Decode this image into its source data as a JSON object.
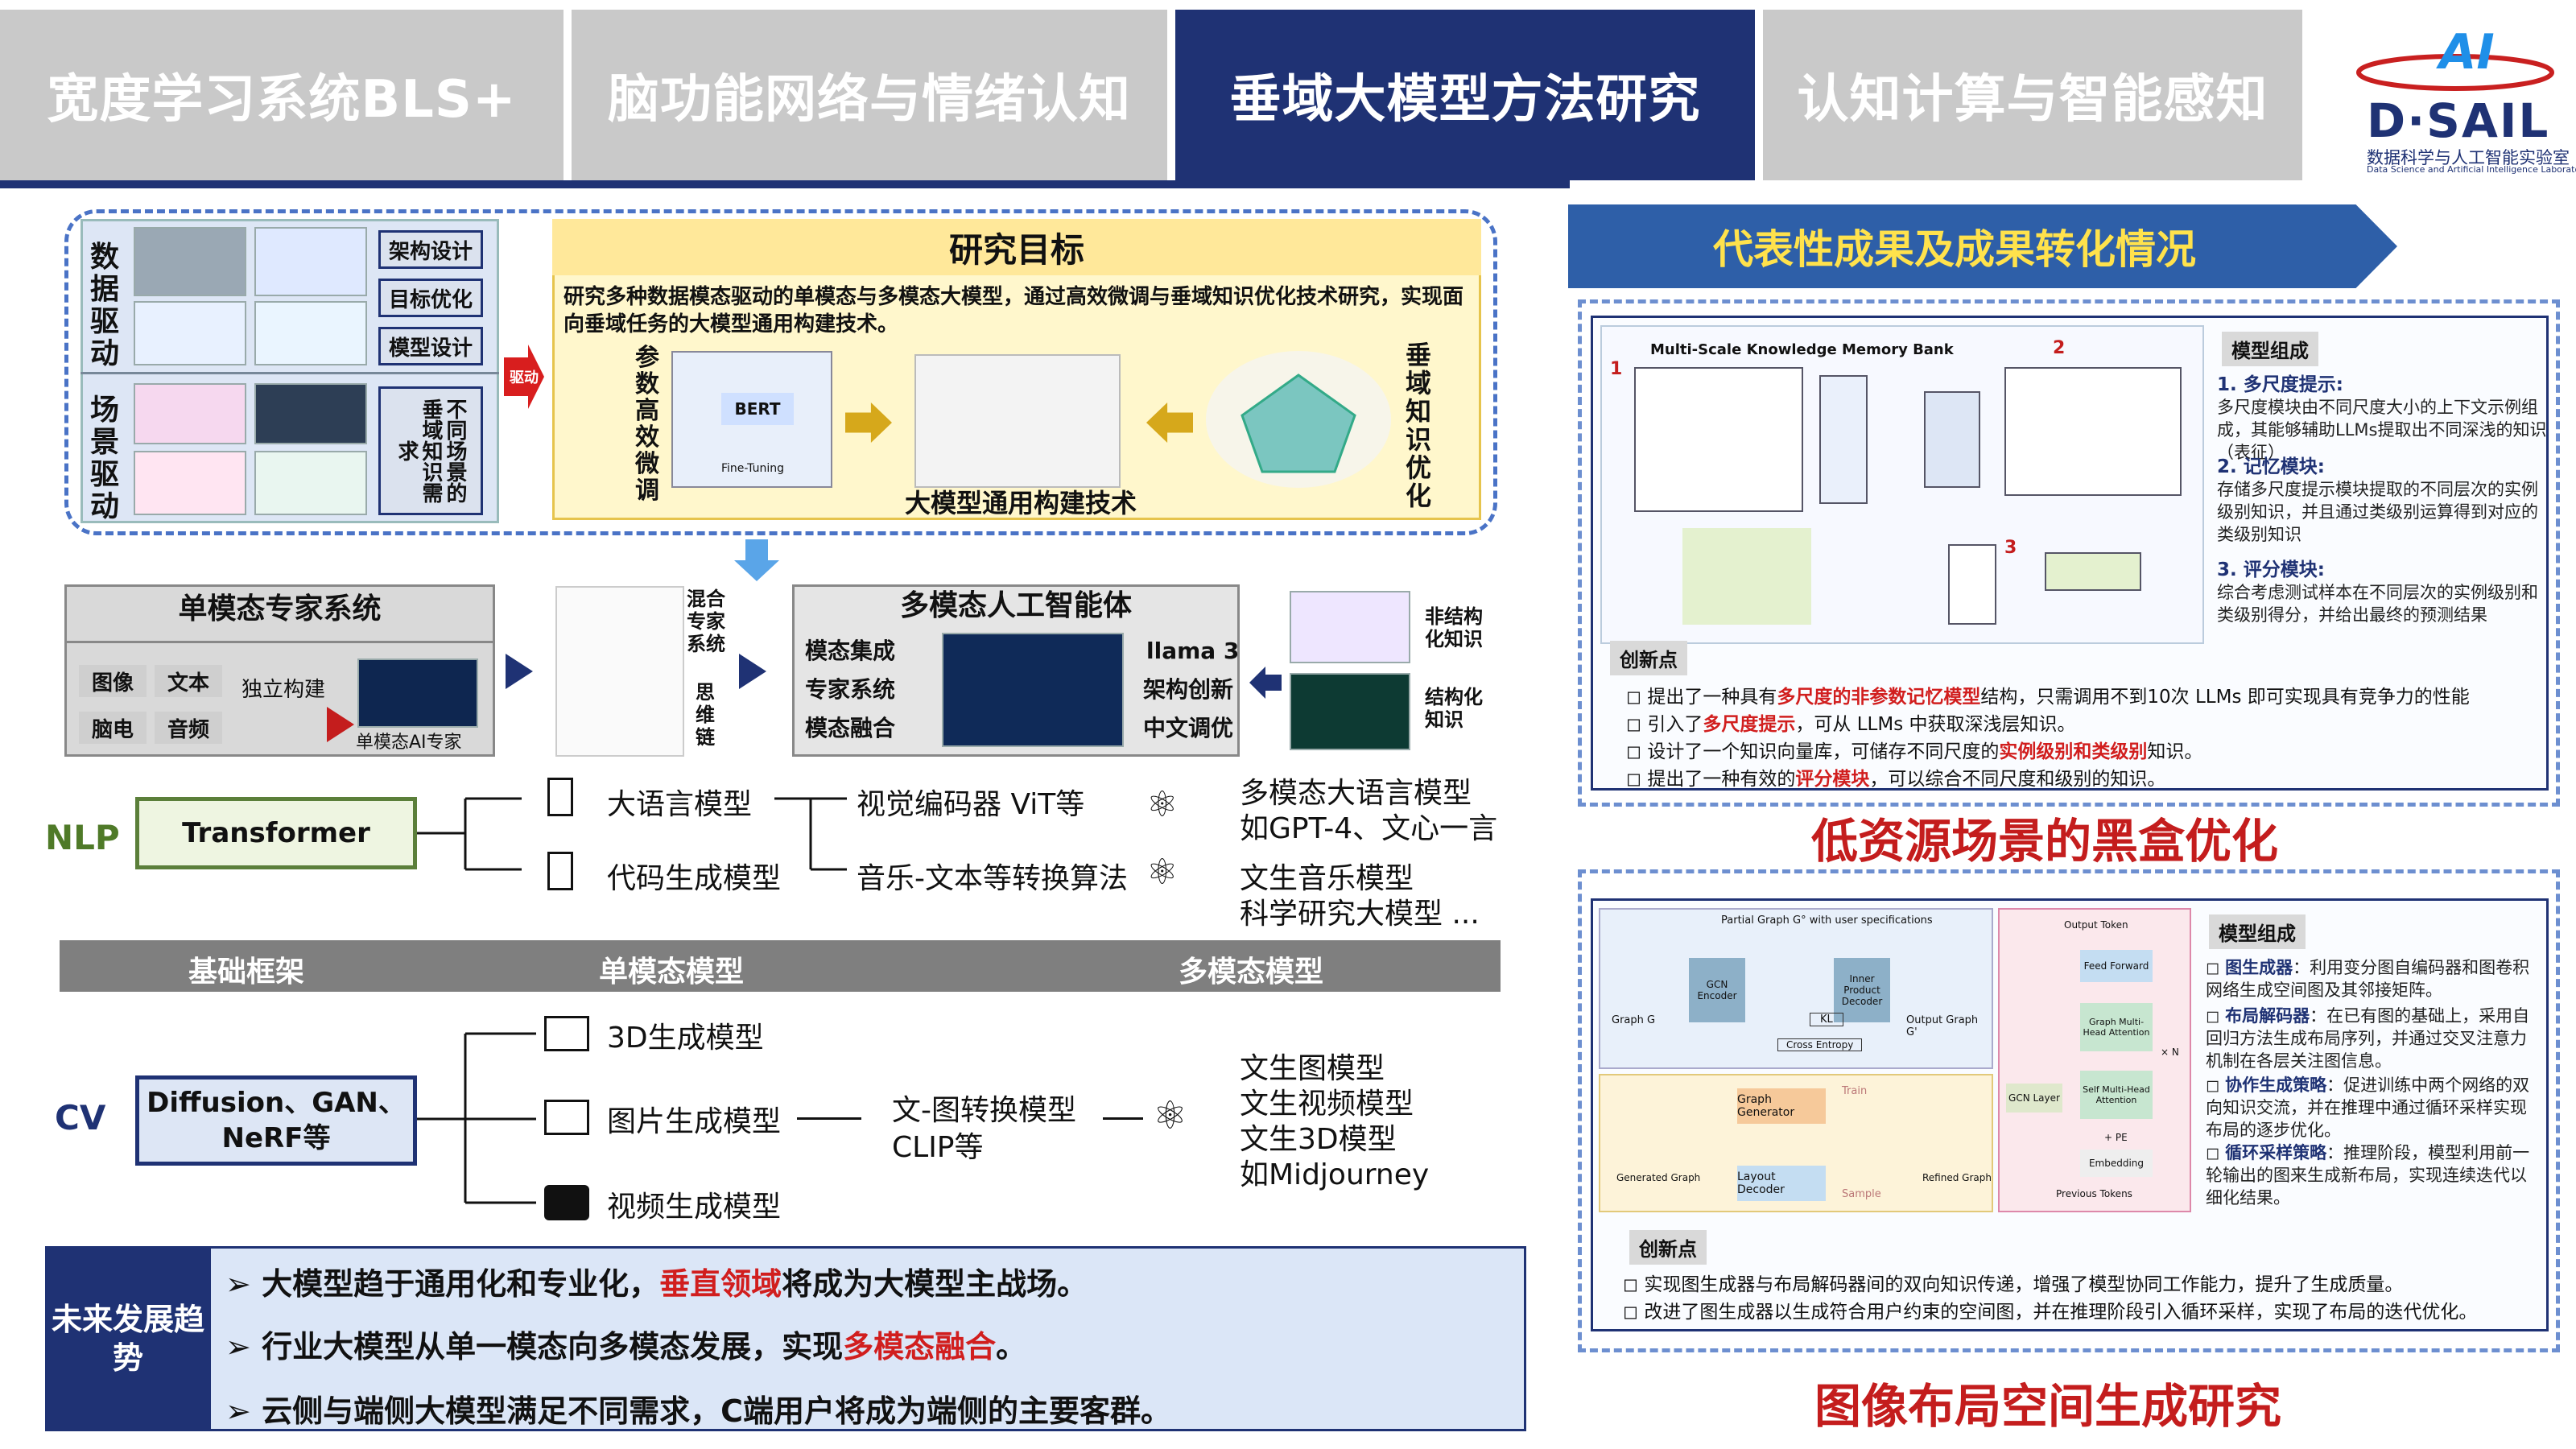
{
  "tabs": [
    "宽度学习系统BLS+",
    "脑功能网络与情绪认知",
    "垂域大模型方法研究",
    "认知计算与智能感知"
  ],
  "logo": {
    "brand": "D·SAIL",
    "mark": "AI",
    "cn": "数据科学与人工智能实验室",
    "en": "Data Science and Artificial Intelligence Laboratory"
  },
  "top_block": {
    "data_driven": "数据驱动",
    "scene_driven": "场景驱动",
    "buttons": [
      "架构设计",
      "目标优化",
      "模型设计"
    ],
    "scene_need": "不同场景的垂域知识需求",
    "drive": "驱动",
    "goal_title": "研究目标",
    "goal_text": "研究多种数据模态驱动的单模态与多模态大模型，通过高效微调与垂域知识优化技术研究，实现面向垂域任务的大模型通用构建技术。",
    "param_tuning": "参数高效微调",
    "domain_opt": "垂域知识优化",
    "general_build": "大模型通用构建技术",
    "bert": "BERT",
    "fine_tuning": "Fine-Tuning"
  },
  "middle_block": {
    "single_title": "单模态专家系统",
    "single_items": [
      "图像",
      "文本",
      "脑电",
      "音频"
    ],
    "build": "独立构建",
    "expert": "单模态AI专家",
    "moe": "混合专家系统",
    "cot": "思维链",
    "multi_title": "多模态人工智能体",
    "multi_left": [
      "模态集成",
      "专家系统",
      "模态融合"
    ],
    "multi_right": [
      "llama 3",
      "架构创新",
      "中文调优"
    ],
    "unstructured": "非结构化知识",
    "structured": "结构化知识"
  },
  "nlp": {
    "label": "NLP",
    "base": "Transformer",
    "items": [
      "大语言模型",
      "代码生成模型"
    ],
    "mid": [
      "视觉编码器 ViT等",
      "音乐-文本等转换算法"
    ],
    "right1": [
      "多模态大语言模型",
      "如GPT-4、文心一言"
    ],
    "right2": [
      "文生音乐模型",
      "科学研究大模型 ..."
    ]
  },
  "bar": [
    "基础框架",
    "单模态模型",
    "多模态模型"
  ],
  "cv": {
    "label": "CV",
    "base": "Diffusion、GAN、NeRF等",
    "items": [
      "3D生成模型",
      "图片生成模型",
      "视频生成模型"
    ],
    "mid": [
      "文-图转换模型",
      "CLIP等"
    ],
    "right": [
      "文生图模型",
      "文生视频模型",
      "文生3D模型",
      "如Midjourney"
    ]
  },
  "future": {
    "side": "未来发展趋势",
    "lines": [
      {
        "pre": "大模型趋于通用化和专业化，",
        "hl": "垂直领域",
        "post": "将成为大模型主战场。"
      },
      {
        "pre": "行业大模型从单一模态向多模态发展，实现",
        "hl": "多模态融合",
        "post": "。"
      },
      {
        "pre": "云侧与端侧大模型满足不同需求，C端用户将成为端侧的主要客群。",
        "hl": "",
        "post": ""
      }
    ]
  },
  "right": {
    "title": "代表性成果及成果转化情况",
    "p1": {
      "fig_title": "Multi-Scale Knowledge Memory Bank",
      "tag": "模型组成",
      "items": [
        {
          "h": "1. 多尺度提示:",
          "t": "多尺度模块由不同尺度大小的上下文示例组成，其能够辅助LLMs提取出不同深浅的知识（表征）"
        },
        {
          "h": "2. 记忆模块:",
          "t": "存储多尺度提示模块提取的不同层次的实例级别知识，并且通过类级别运算得到对应的类级别知识"
        },
        {
          "h": "3. 评分模块:",
          "t": "综合考虑测试样本在不同层次的实例级别和类级别得分，并给出最终的预测结果"
        }
      ],
      "inno_tag": "创新点",
      "bullets": [
        {
          "pre": "提出了一种具有",
          "hl": "多尺度的非参数记忆模型",
          "post": "结构，只需调用不到10次 LLMs 即可实现具有竞争力的性能"
        },
        {
          "pre": "引入了",
          "hl": "多尺度提示",
          "post": "，可从 LLMs 中获取深浅层知识。"
        },
        {
          "pre": "设计了一个知识向量库，可储存不同尺度的",
          "hl": "实例级别和类级别",
          "post": "知识。"
        },
        {
          "pre": "提出了一种有效的",
          "hl": "评分模块",
          "post": "，可以综合不同尺度和级别的知识。"
        }
      ],
      "heading": "低资源场景的黑盒优化"
    },
    "p2": {
      "tag": "模型组成",
      "items": [
        {
          "h": "图生成器",
          "t": "：利用变分图自编码器和图卷积网络生成空间图及其邻接矩阵。"
        },
        {
          "h": "布局解码器",
          "t": "：在已有图的基础上，采用自回归方法生成布局序列，并通过交叉注意力机制在各层关注图信息。"
        },
        {
          "h": "协作生成策略",
          "t": "：促进训练中两个网络的双向知识交流，并在推理中通过循环采样实现布局的逐步优化。"
        },
        {
          "h": "循环采样策略",
          "t": "：推理阶段，模型利用前一轮输出的图来生成新布局，实现连续迭代以细化结果。"
        }
      ],
      "inno_tag": "创新点",
      "bullets": [
        "实现图生成器与布局解码器间的双向知识传递，增强了模型协同工作能力，提升了生成质量。",
        "改进了图生成器以生成符合用户约束的空间图，并在推理阶段引入循环采样，实现了布局的迭代优化。"
      ],
      "heading": "图像布局空间生成研究",
      "fig": {
        "graph_g": "Graph G",
        "gcn": "GCN Encoder",
        "ipd": "Inner Product Decoder",
        "kl": "KL",
        "ce": "Cross Entropy",
        "out": "Output Graph G'",
        "gg": "Graph Generator",
        "ld": "Layout Decoder",
        "train": "Train",
        "sample": "Sample",
        "gen": "Generated Graph",
        "ref": "Refined Graph",
        "ff": "Feed Forward",
        "gmha": "Graph Multi-Head Attention",
        "smha": "Self Multi-Head Attention",
        "emb": "Embedding",
        "gcnl": "GCN Layer",
        "ot": "Output Token",
        "pt": "Previous Tokens",
        "pe": "+ PE",
        "nx": "× N",
        "partial": "Partial Graph G° with user specifications"
      }
    }
  }
}
